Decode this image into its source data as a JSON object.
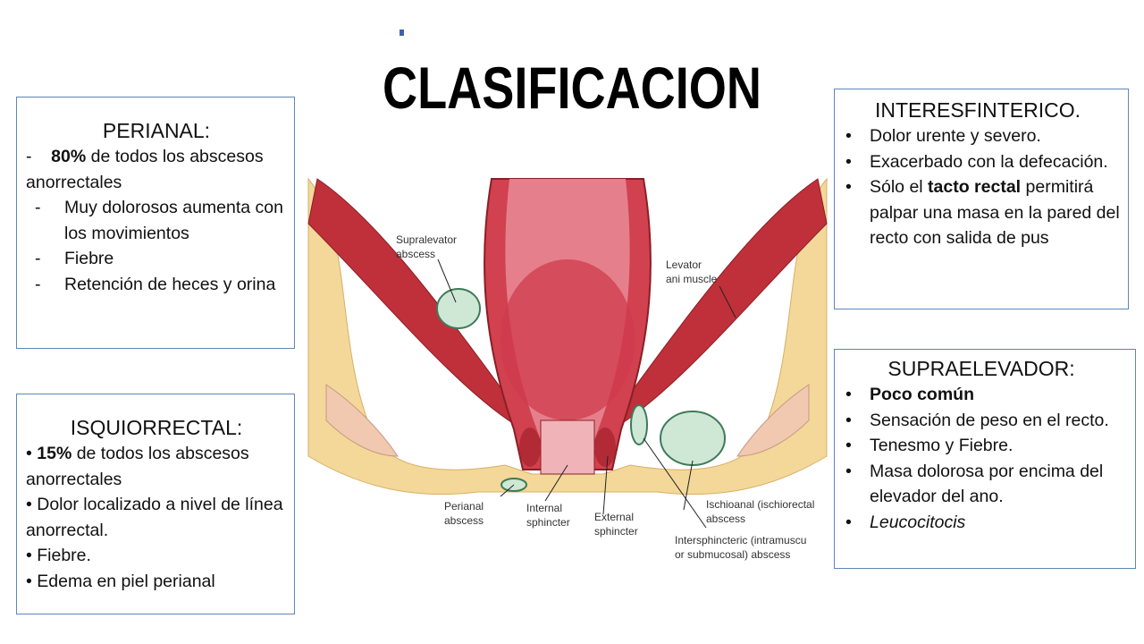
{
  "title": "CLASIFICACION",
  "perianal": {
    "heading": "PERIANAL:",
    "first_marker": "-",
    "first_strong": "80%",
    "first_text": " de todos los abscesos anorrectales",
    "items": [
      "Muy dolorosos aumenta con los movimientos",
      "Fiebre",
      "Retención de heces y orina"
    ],
    "marker": "-"
  },
  "isquiorrectal": {
    "heading": "ISQUIORRECTAL:",
    "bullet": "•",
    "first_strong": "15%",
    "first_text": " de todos los abscesos anorrectales",
    "items": [
      "Dolor localizado a nivel de línea anorrectal.",
      "Fiebre.",
      "Edema en piel perianal"
    ]
  },
  "interesfinterico": {
    "heading": "INTERESFINTERICO.",
    "bullet": "•",
    "items": [
      "Dolor urente y severo.",
      "Exacerbado con la defecación."
    ],
    "last_pre": "Sólo el ",
    "last_strong": "tacto rectal",
    "last_post": " permitirá palpar una masa en la pared del recto con salida de pus"
  },
  "supraelevador": {
    "heading": "SUPRAELEVADOR:",
    "bullet": "•",
    "first_strong": "Poco común",
    "items": [
      "Sensación de peso en el recto.",
      "Tenesmo y Fiebre.",
      "Masa dolorosa por encima del elevador del ano."
    ],
    "last_italic": "Leucocitocis"
  },
  "illustration": {
    "labels": {
      "supralevator": [
        "Supralevator",
        "abscess"
      ],
      "levator": [
        "Levator",
        "ani muscle"
      ],
      "perianal": [
        "Perianal",
        "abscess"
      ],
      "internal": [
        "Internal",
        "sphincter"
      ],
      "external": [
        "External",
        "sphincter"
      ],
      "ischioanal": [
        "Ischioanal (ischiorectal",
        "abscess"
      ],
      "intersphincteric": [
        "Intersphincteric (intramuscu",
        "or submucosal) abscess"
      ]
    }
  },
  "colors": {
    "accent_dot": "#3b63b5",
    "box_border": "#5f86b8",
    "muscle": "#c0303a",
    "fat": "#f3d89a",
    "abscess": "#cfe8d6"
  }
}
